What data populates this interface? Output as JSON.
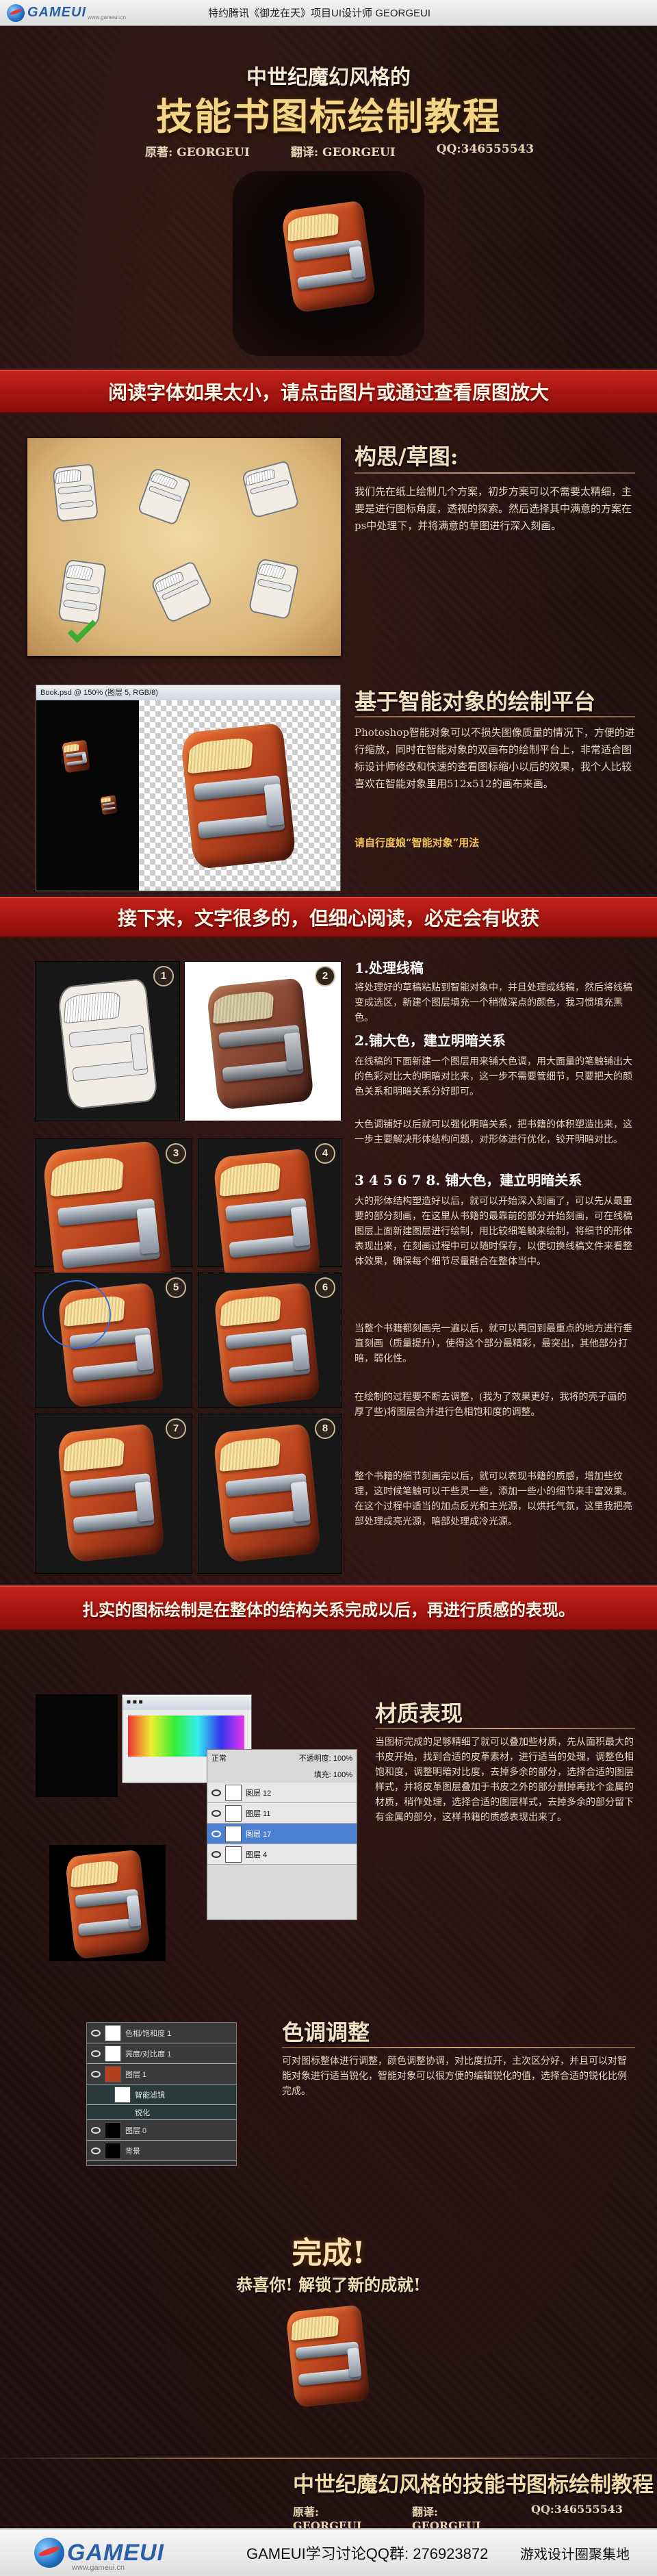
{
  "topbar": {
    "logo": "GAMEUI",
    "logo_url": "www.gameui.cn",
    "text": "特约腾讯《御龙在天》项目UI设计师 GEORGEUI"
  },
  "header": {
    "title_small": "中世纪魔幻风格的",
    "title_big": "技能书图标绘制教程",
    "author": "原著: GEORGEUI",
    "translator": "翻译: GEORGEUI",
    "qq": "QQ:346555543"
  },
  "banners": {
    "b1": "阅读字体如果太小，请点击图片或通过查看原图放大",
    "b2": "接下来，文字很多的，但细心阅读，必定会有收获",
    "b3": "扎实的图标绘制是在整体的结构关系完成以后，再进行质感的表现。"
  },
  "sketch_section": {
    "title": "构思/草图:",
    "text": "我们先在纸上绘制几个方案，初步方案可以不需要太精细，主要是进行图标角度，透视的探索。然后选择其中满意的方案在ps中处理下，并将满意的草图进行深入刻画。"
  },
  "smart_section": {
    "title": "基于智能对象的绘制平台",
    "ps_title": "Book.psd @ 150% (图层 5, RGB/8)",
    "text": "Photoshop智能对象可以不损失图像质量的情况下，方便的进行缩放，同时在智能对象的双画布的绘制平台上，非常适合图标设计师修改和快速的查看图标缩小以后的效果，我个人比较喜欢在智能对象里用512x512的画布来画。",
    "note": "请自行度娘“智能对象”用法"
  },
  "steps": {
    "s1_title": "1.处理线稿",
    "s1_text": "将处理好的草稿粘贴到智能对象中，并且处理成线稿，然后将线稿变成选区，新建个图层填充一个稍微深点的颜色，我习惯填充黑色。",
    "s2_title": "2.铺大色，建立明暗关系",
    "s2_text": "在线稿的下面新建一个图层用来铺大色调，用大面量的笔触铺出大的色彩对比大的明暗对比来，这一步不需要管细节，只要把大的颜色关系和明暗关系分好即可。",
    "s2_text2": "大色调铺好以后就可以强化明暗关系，把书籍的体积塑造出来，这一步主要解决形体结构问题，对形体进行优化，铰开明暗对比。",
    "s3_title": "3 4 5 6 7 8. 铺大色，建立明暗关系",
    "s3_text": "大的形体结构塑造好以后，就可以开始深入刻画了，可以先从最重要的部分刻画，在这里从书籍的最靠前的部分开始刻画，可在线稿图层上面新建图层进行绘制，用比较细笔触来绘制，将细节的形体表现出来，在刻画过程中可以随时保存，以便切换线稿文件来看整体效果，确保每个细节尽量融合在整体当中。",
    "s3_text2": "当整个书籍都刻画完一遍以后，就可以再回到最重点的地方进行垂直刻画（质量提升），使得这个部分最精彩，最突出，其他部分打暗，弱化性。",
    "s3_text3": "在绘制的过程要不断去调整，(我为了效果更好，我将的壳子画的厚了些)将图层合并进行色相饱和度的调整。",
    "s3_text4": "整个书籍的细节刻画完以后，就可以表现书籍的质感，增加些纹理，这时候笔触可以干些灵一些，添加一些小的细节来丰富效果。在这个过程中适当的加点反光和主光源，以烘托气氛，这里我把亮部处理成亮光源，暗部处理成冷光源。",
    "nums": [
      "1",
      "2",
      "3",
      "4",
      "5",
      "6",
      "7",
      "8"
    ]
  },
  "material_section": {
    "title": "材质表现",
    "text": "当图标完成的足够精细了就可以叠加些材质，先从面积最大的书皮开始，找到合适的皮革素材，进行适当的处理，调整色相饱和度，调整明暗对比度，去掉多余的部分，选择合适的图层样式，并将皮革图层叠加于书皮之外的部分删掉再找个金属的材质，稍作处理，选择合适的图层样式，去掉多余的部分留下有金属的部分，这样书籍的质感表现出来了。",
    "panel_mode": "正常",
    "panel_opacity": "不透明度: 100%",
    "panel_fill": "填充: 100%",
    "layers": [
      "图层 12",
      "图层 11",
      "图层 17",
      "图层 4"
    ]
  },
  "color_section": {
    "title": "色调调整",
    "text": "可对图标整体进行调整，颜色调整协调，对比度拉开，主次区分好，并且可以对智能对象进行适当锐化，智能对象可以很方便的编辑锐化的值，选择合适的锐化比例完成。",
    "layers": [
      "色相/饱和度 1",
      "亮度/对比度 1",
      "图层 1",
      "智能滤镜",
      "锐化",
      "图层 0",
      "背景"
    ]
  },
  "done": {
    "big": "完成!",
    "sub": "恭喜你! 解锁了新的成就!"
  },
  "footer": {
    "title": "中世纪魔幻风格的技能书图标绘制教程",
    "author": "原著: GEORGEUI",
    "translator": "翻译: GEORGEUI",
    "qq": "QQ:346555543"
  },
  "bottombar": {
    "logo": "GAMEUI",
    "url": "www.gameui.cn",
    "qq_group": "GAMEUI学习讨论QQ群: 276923872",
    "right": "游戏设计圈聚集地"
  },
  "colors": {
    "banner_red": "#b31a12",
    "title_gold": "#f3d58a",
    "bg_dark": "#1c0f0f"
  }
}
